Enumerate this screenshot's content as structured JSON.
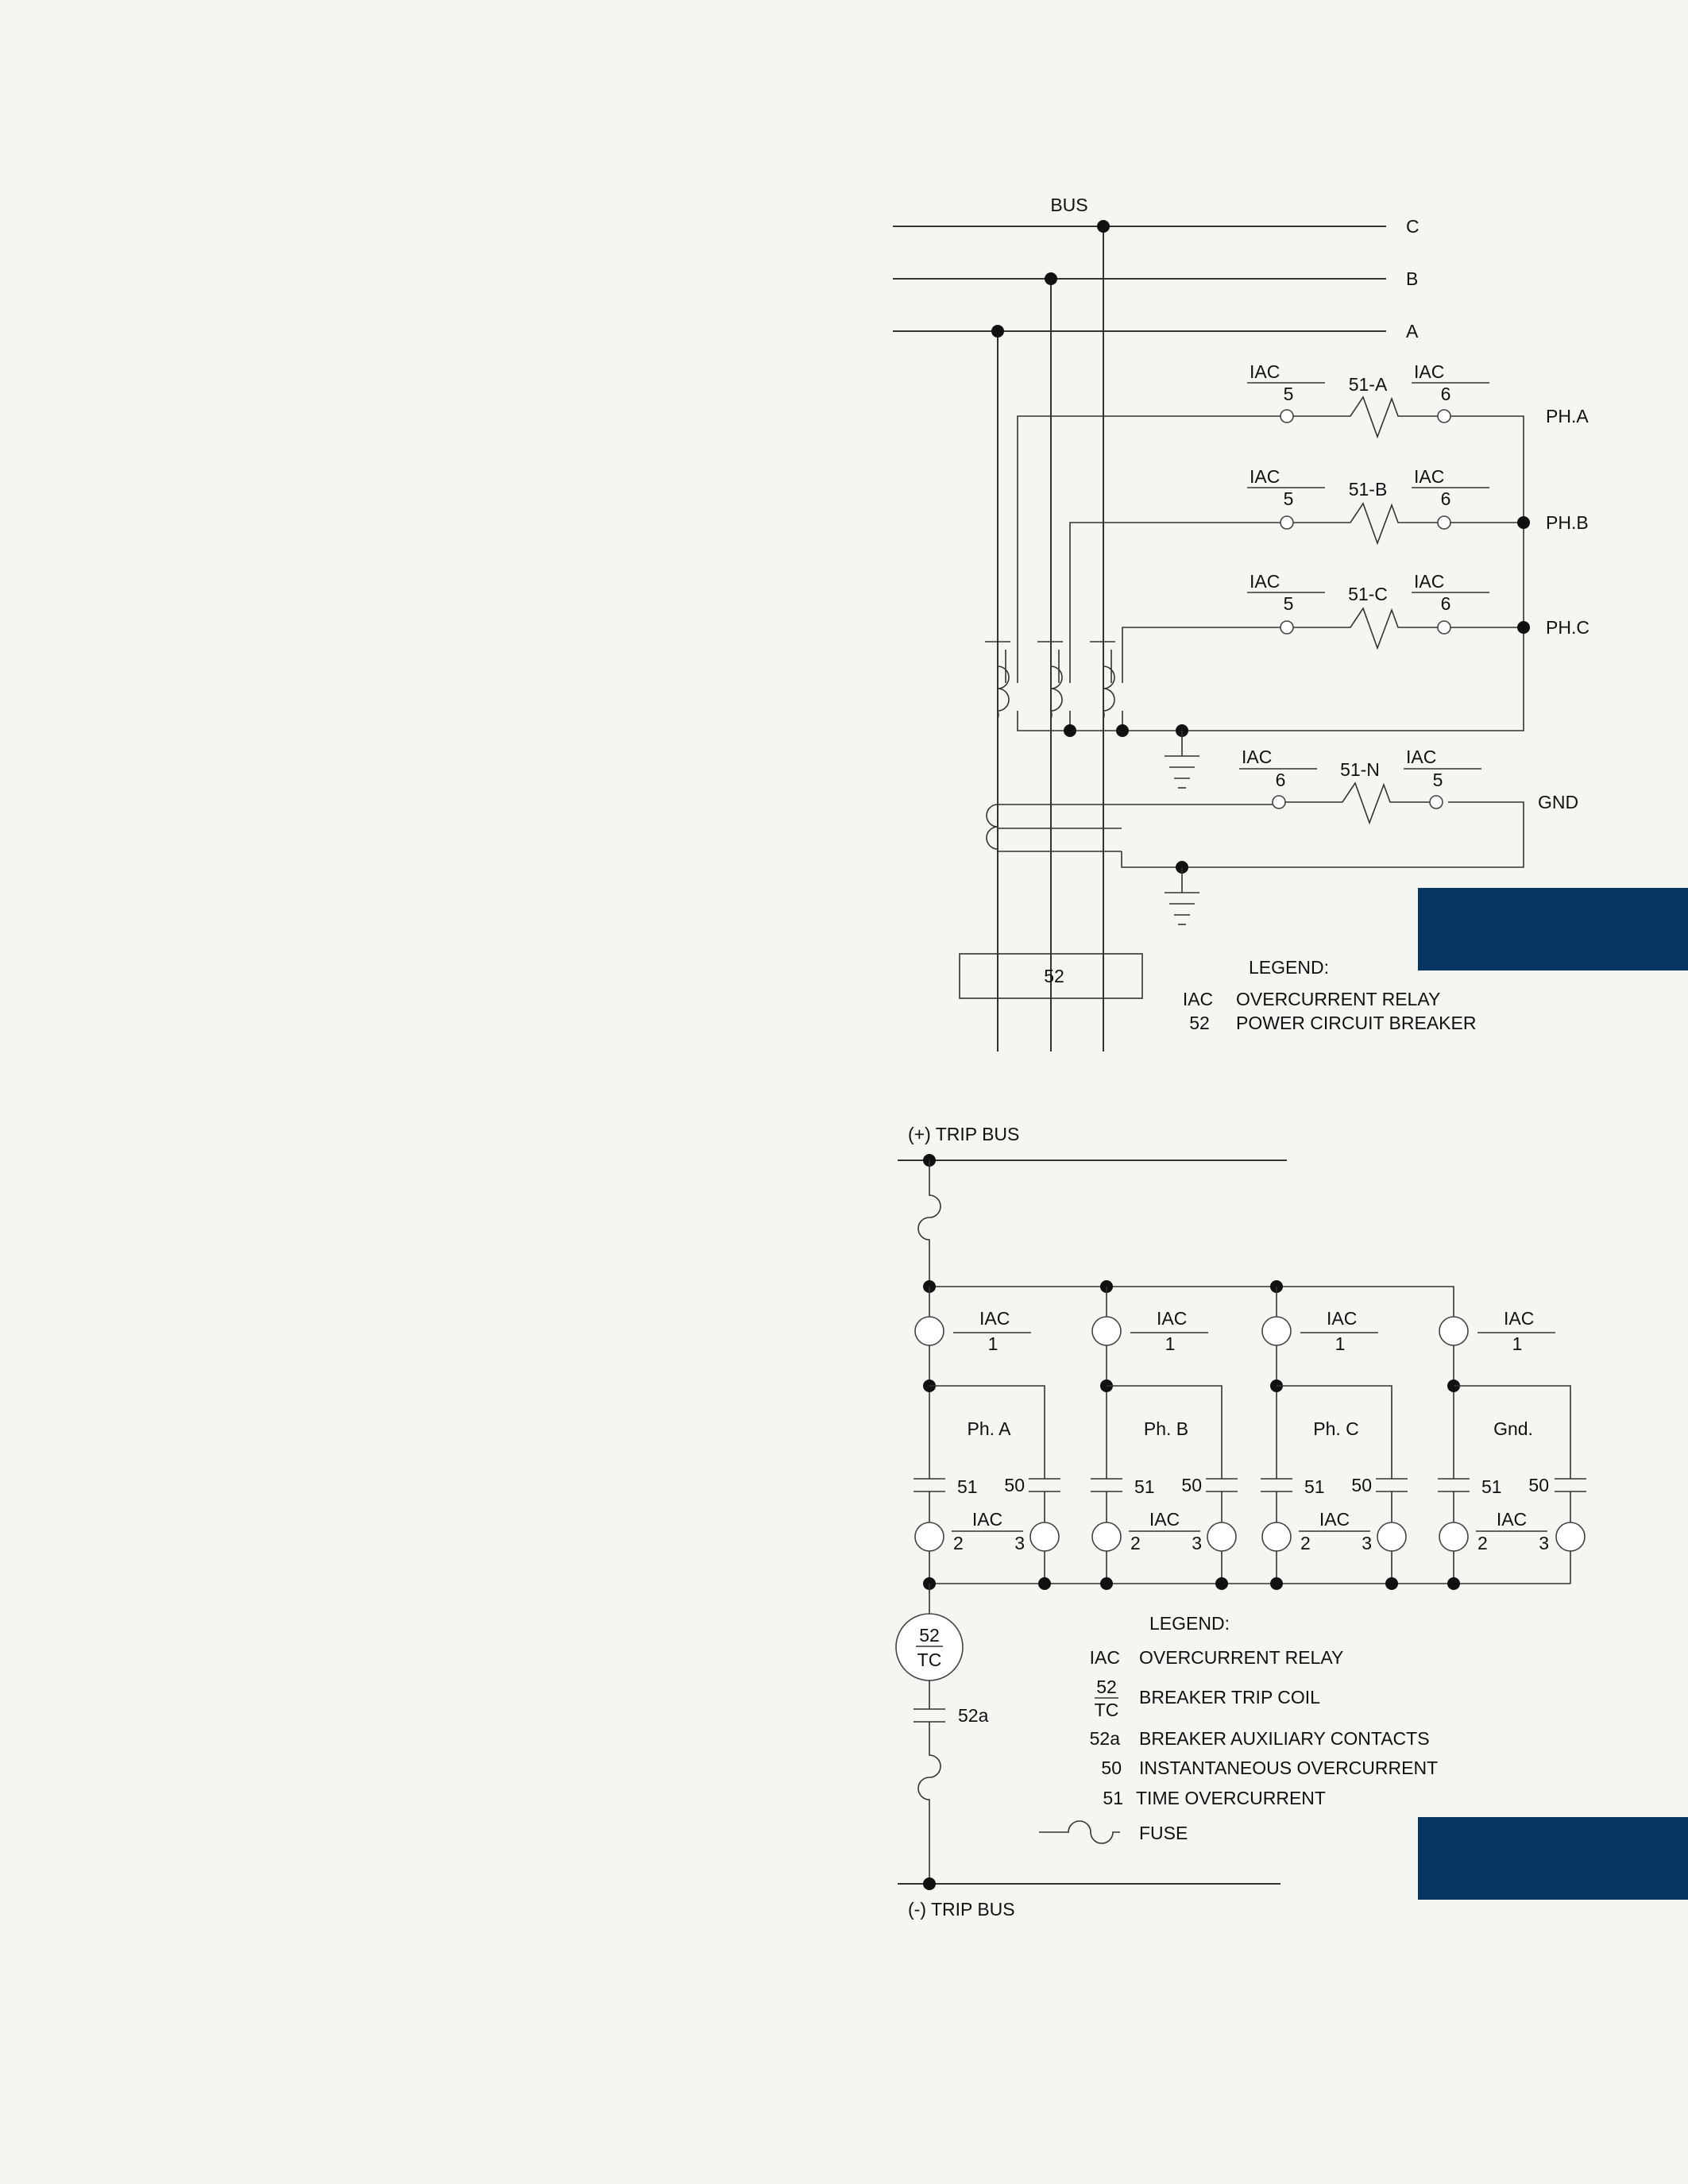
{
  "colors": {
    "background": "#f4f6f1",
    "tab": "#063563",
    "line": "#333333"
  },
  "one_line": {
    "bus_label": "BUS",
    "phases": [
      "C",
      "B",
      "A"
    ],
    "relays": [
      {
        "top_left": "IAC",
        "bottom_left": "5",
        "name": "51-A",
        "top_right": "IAC",
        "bottom_right": "6",
        "phase": "PH.A"
      },
      {
        "top_left": "IAC",
        "bottom_left": "5",
        "name": "51-B",
        "top_right": "IAC",
        "bottom_right": "6",
        "phase": "PH.B"
      },
      {
        "top_left": "IAC",
        "bottom_left": "5",
        "name": "51-C",
        "top_right": "IAC",
        "bottom_right": "6",
        "phase": "PH.C"
      },
      {
        "top_left": "IAC",
        "bottom_left": "6",
        "name": "51-N",
        "top_right": "IAC",
        "bottom_right": "5",
        "phase": "GND"
      }
    ],
    "breaker": "52",
    "legend": {
      "title": "LEGEND:",
      "items": [
        {
          "code": "IAC",
          "desc": "OVERCURRENT RELAY"
        },
        {
          "code": "52",
          "desc": "POWER CIRCUIT BREAKER"
        }
      ]
    }
  },
  "dc_trip": {
    "pos_bus": "(+) TRIP BUS",
    "neg_bus": "(-) TRIP BUS",
    "branches": [
      {
        "name": "Ph. A",
        "top_relay": "IAC",
        "top_num": "1",
        "c51": "51",
        "c50": "50",
        "bot_relay": "IAC",
        "n2": "2",
        "n3": "3"
      },
      {
        "name": "Ph. B",
        "top_relay": "IAC",
        "top_num": "1",
        "c51": "51",
        "c50": "50",
        "bot_relay": "IAC",
        "n2": "2",
        "n3": "3"
      },
      {
        "name": "Ph. C",
        "top_relay": "IAC",
        "top_num": "1",
        "c51": "51",
        "c50": "50",
        "bot_relay": "IAC",
        "n2": "2",
        "n3": "3"
      },
      {
        "name": "Gnd.",
        "top_relay": "IAC",
        "top_num": "1",
        "c51": "51",
        "c50": "50",
        "bot_relay": "IAC",
        "n2": "2",
        "n3": "3"
      }
    ],
    "trip_coil": {
      "top": "52",
      "bottom": "TC"
    },
    "aux_contact": "52a",
    "legend": {
      "title": "LEGEND:",
      "iac": {
        "code": "IAC",
        "desc": "OVERCURRENT RELAY"
      },
      "tc": {
        "top": "52",
        "bottom": "TC",
        "desc": "BREAKER TRIP COIL"
      },
      "aux": {
        "code": "52a",
        "desc": "BREAKER AUXILIARY CONTACTS"
      },
      "inst": {
        "code": "50",
        "desc": "INSTANTANEOUS OVERCURRENT"
      },
      "time": {
        "code": "51",
        "desc": "TIME OVERCURRENT"
      },
      "fuse": {
        "desc": "FUSE"
      }
    }
  }
}
